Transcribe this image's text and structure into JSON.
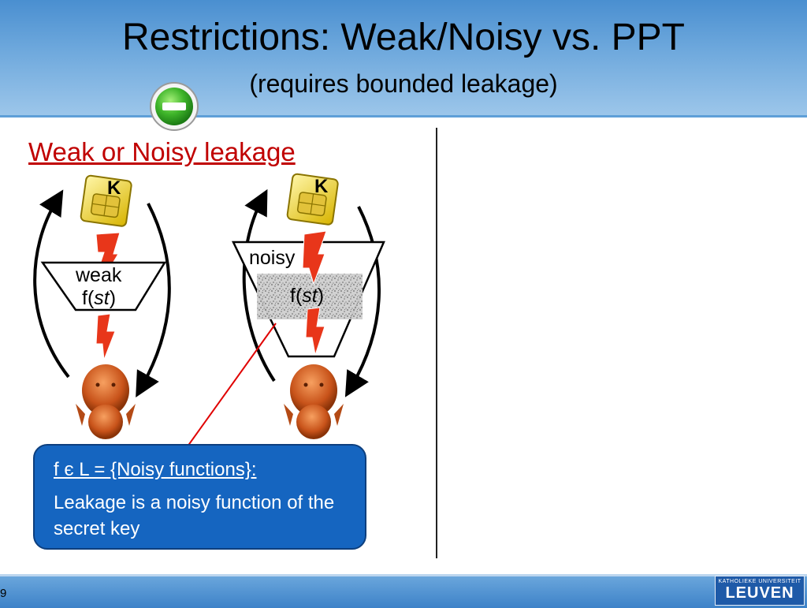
{
  "slide": {
    "title": "Restrictions: Weak/Noisy vs. PPT",
    "subtitle": "(requires bounded leakage)",
    "page_number": "9"
  },
  "left_section": {
    "heading": "Weak or Noisy leakage"
  },
  "diagram": {
    "weak": {
      "key_label": "K",
      "filter_label": "weak",
      "function_prefix": "f(",
      "function_arg": "st",
      "function_suffix": ")"
    },
    "noisy": {
      "key_label": "K",
      "filter_label": "noisy",
      "function_prefix": "f(",
      "function_arg": "st",
      "function_suffix": ")"
    }
  },
  "callout": {
    "heading_text": "f  є L = {Noisy functions}:",
    "body_text": "Leakage is a noisy function of the secret key"
  },
  "logo": {
    "small_text": "KATHOLIEKE UNIVERSITEIT",
    "big_text": "LEUVEN"
  },
  "colors": {
    "header_blue": "#6fa9dd",
    "heading_red": "#c00000",
    "callout_blue": "#1565c0",
    "leak_red": "#e8361a"
  }
}
